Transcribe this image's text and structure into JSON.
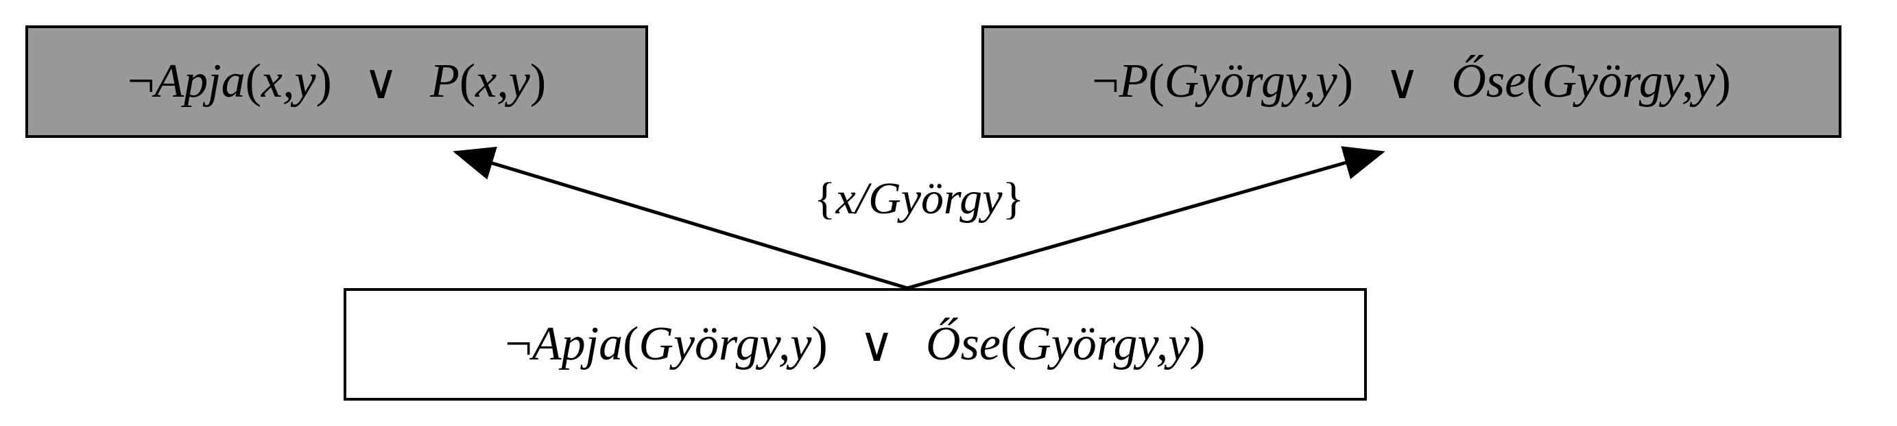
{
  "top_left_clause": {
    "neg": "¬",
    "lit1_pred": "Apja",
    "lit1_open": "(",
    "lit1_args": "x,y",
    "lit1_close": ")",
    "or": "∨",
    "lit2_pred": "P",
    "lit2_open": "(",
    "lit2_args": "x,y",
    "lit2_close": ")"
  },
  "top_right_clause": {
    "neg": "¬",
    "lit1_pred": "P",
    "lit1_open": "(",
    "lit1_args": "György,y",
    "lit1_close": ")",
    "or": "∨",
    "lit2_pred": "Őse",
    "lit2_open": "(",
    "lit2_args": "György,y",
    "lit2_close": ")"
  },
  "bottom_clause": {
    "neg": "¬",
    "lit1_pred": "Apja",
    "lit1_open": "(",
    "lit1_args": "György,y",
    "lit1_close": ")",
    "or": "∨",
    "lit2_pred": "Őse",
    "lit2_open": "(",
    "lit2_args": "György,y",
    "lit2_close": ")"
  },
  "substitution": {
    "open": "{",
    "body": "x/György",
    "close": "}"
  }
}
